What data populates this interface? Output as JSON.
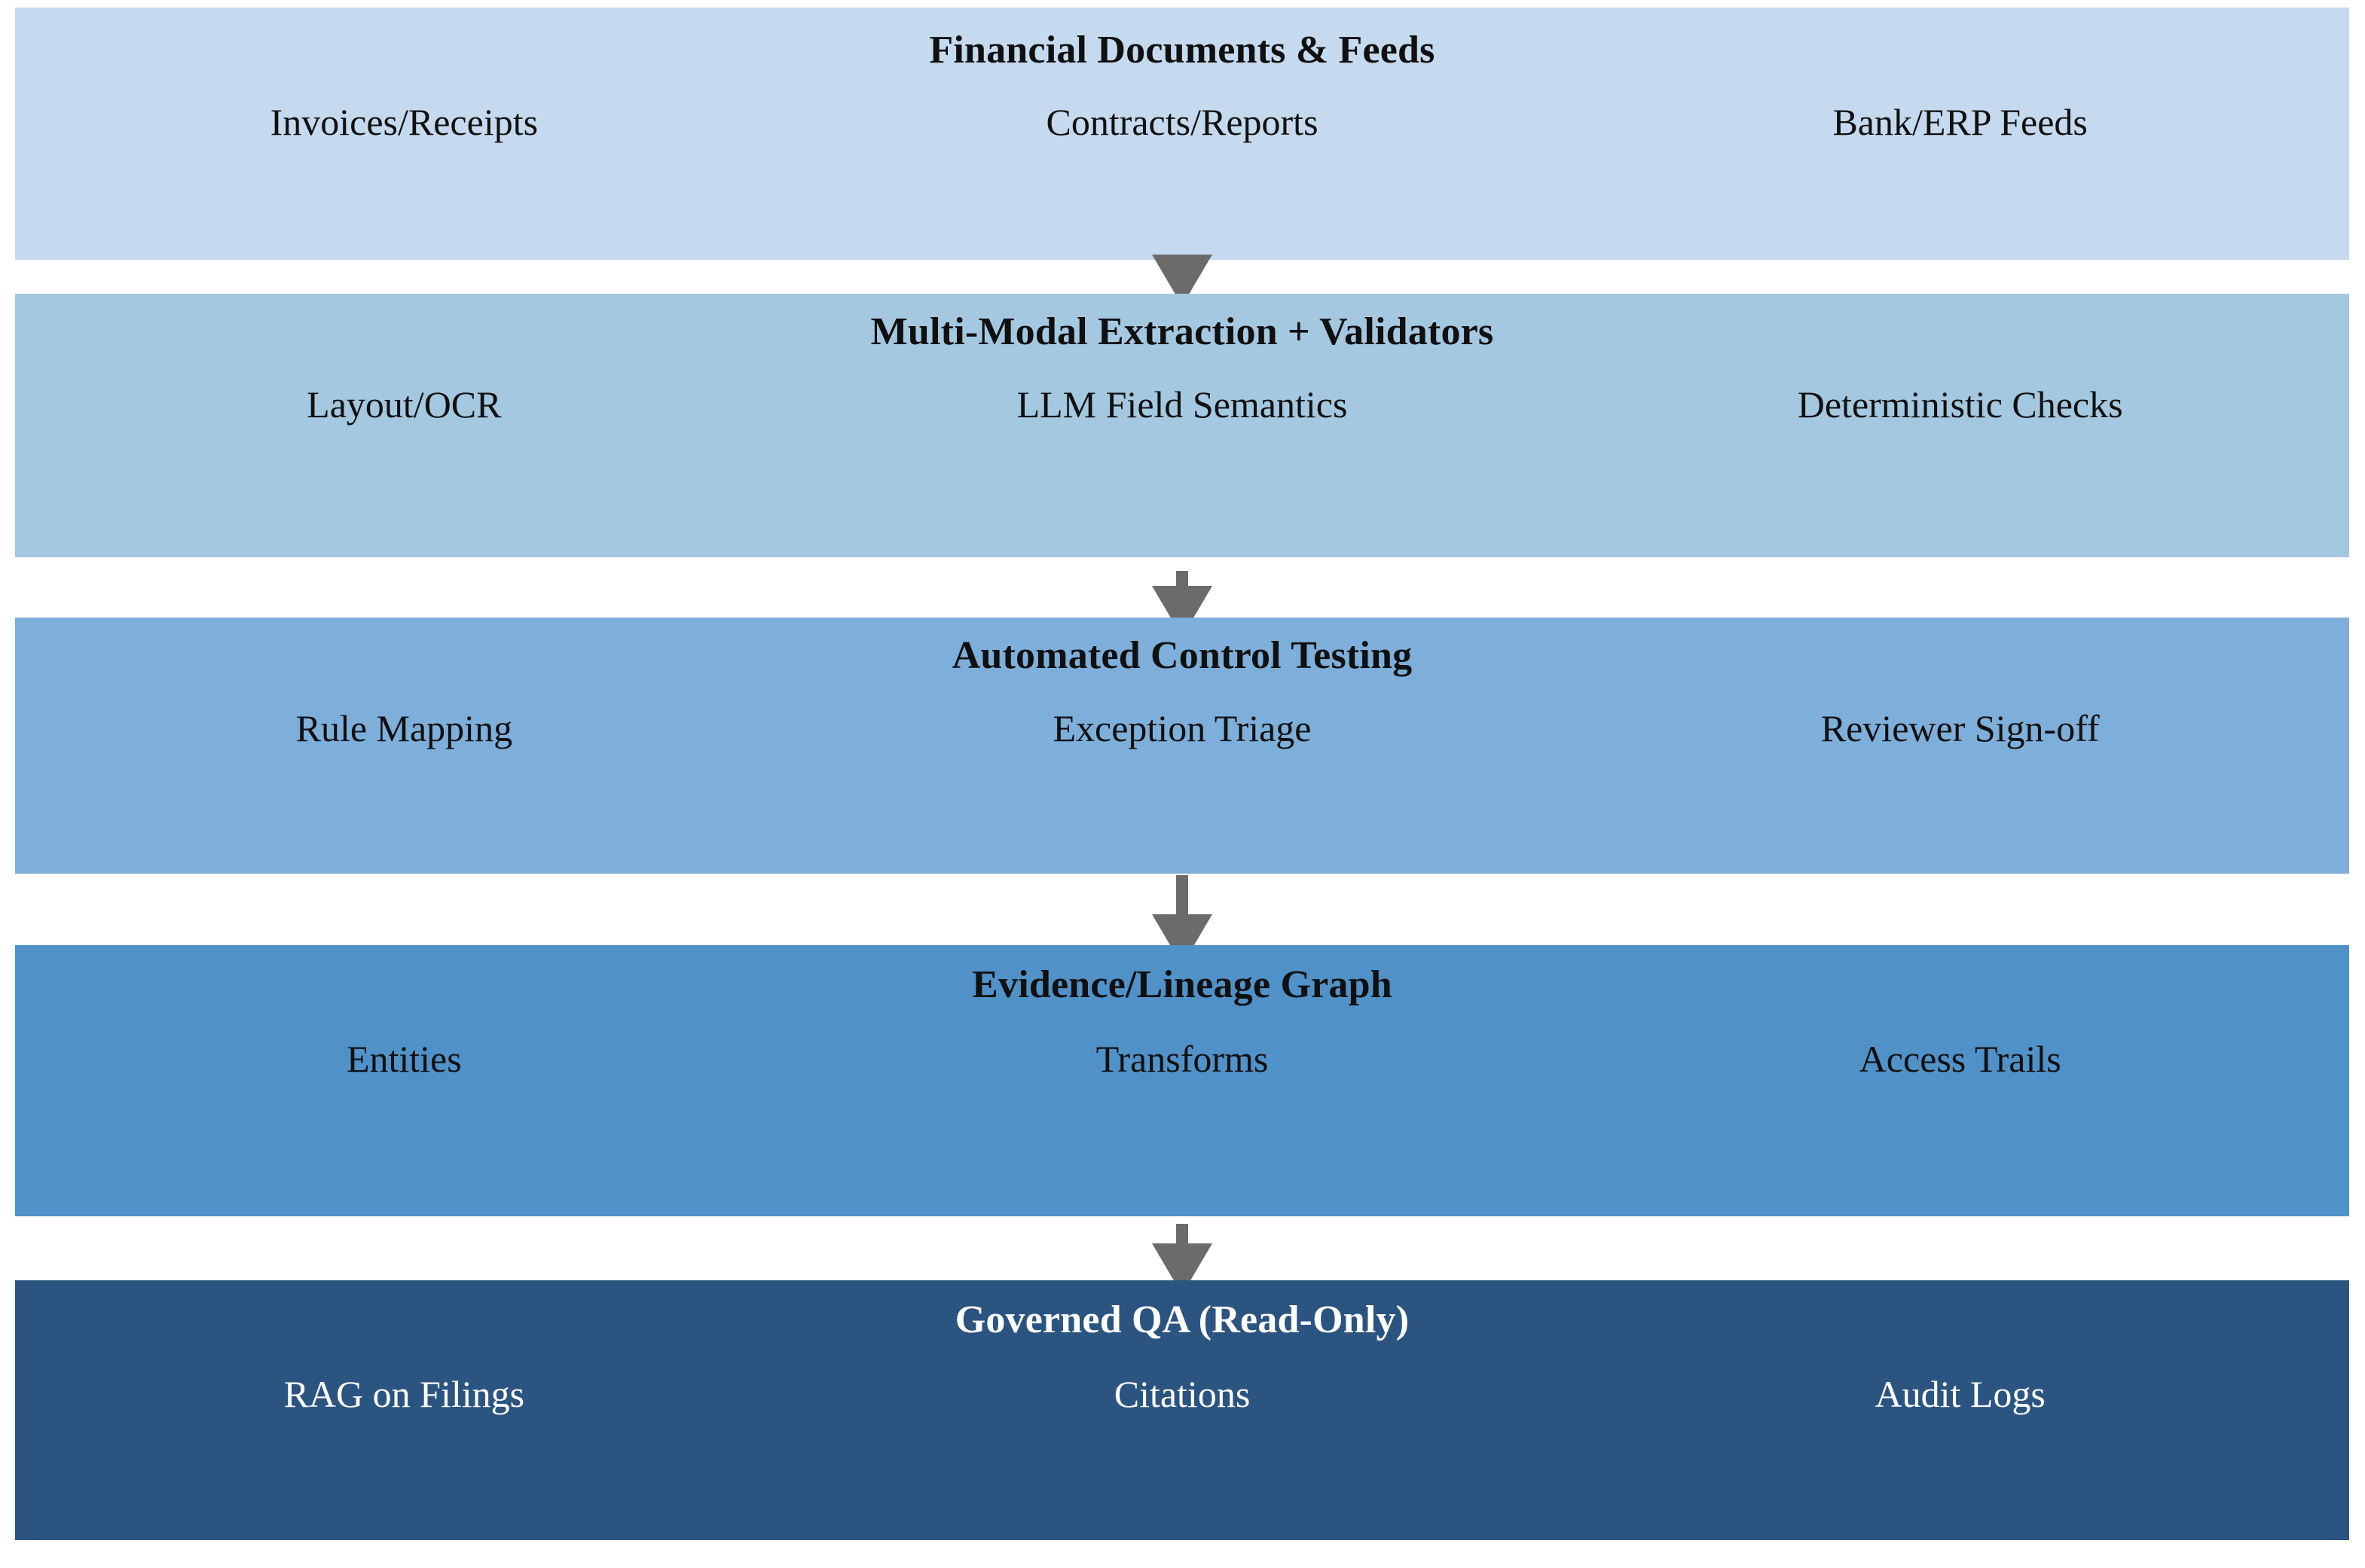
{
  "diagram": {
    "type": "vertical-stacked-pipeline",
    "orientation": "top-to-bottom",
    "stage_count": 5,
    "connector": "down-arrow",
    "colors": {
      "stage_1_fill": "#c6daef",
      "stage_2_fill": "#a5c8e1",
      "stage_3_fill": "#7dafda",
      "stage_4_fill": "#5091c8",
      "stage_5_fill": "#2b5480",
      "arrow_fill": "#6b6b6b",
      "text_dark": "#101010",
      "text_light": "#ffffff",
      "background": "#ffffff"
    },
    "stages": [
      {
        "id": "financial-documents-and-feeds",
        "title": "Financial Documents & Feeds",
        "items": [
          "Invoices/Receipts",
          "Contracts/Reports",
          "Bank/ERP Feeds"
        ]
      },
      {
        "id": "multi-modal-extraction-validators",
        "title": "Multi-Modal Extraction + Validators",
        "items": [
          "Layout/OCR",
          "LLM Field Semantics",
          "Deterministic Checks"
        ]
      },
      {
        "id": "automated-control-testing",
        "title": "Automated Control Testing",
        "items": [
          "Rule Mapping",
          "Exception Triage",
          "Reviewer Sign-off"
        ]
      },
      {
        "id": "evidence-lineage-graph",
        "title": "Evidence/Lineage Graph",
        "items": [
          "Entities",
          "Transforms",
          "Access Trails"
        ]
      },
      {
        "id": "governed-qa-read-only",
        "title": "Governed QA (Read-Only)",
        "items": [
          "RAG on Filings",
          "Citations",
          "Audit Logs"
        ]
      }
    ],
    "arrows": [
      {
        "id": "arrow-stage1-to-stage2",
        "icon": "arrow-down-icon"
      },
      {
        "id": "arrow-stage2-to-stage3",
        "icon": "arrow-down-icon"
      },
      {
        "id": "arrow-stage3-to-stage4",
        "icon": "arrow-down-icon"
      },
      {
        "id": "arrow-stage4-to-stage5",
        "icon": "arrow-down-icon"
      }
    ]
  }
}
